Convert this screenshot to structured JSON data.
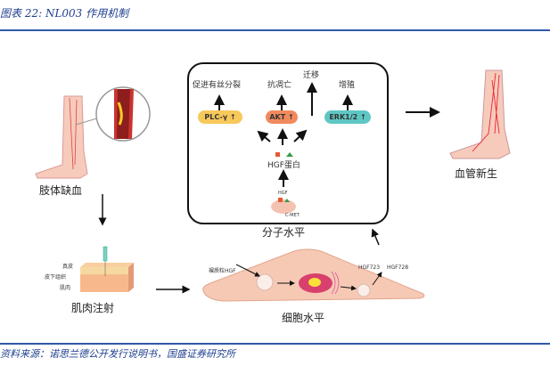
{
  "caption": "图表 22:  NL003 作用机制",
  "source": "资料来源：诺思兰德公开发行说明书，国盛证券研究所",
  "colors": {
    "brand_blue": "#2f5aa8",
    "plc_pill": "#f7c85a",
    "akt_pill": "#f08a5d",
    "erk_pill": "#5ec7c4",
    "skin": "#f6c9b5",
    "vessel_red": "#c0392b"
  },
  "left": {
    "ischemia_label": "肢体缺血",
    "injection_label": "肌肉注射",
    "layers": [
      "真皮",
      "皮下组织",
      "肌肉"
    ]
  },
  "right": {
    "angiogenesis_label": "血管新生"
  },
  "molecular": {
    "title": "分子水平",
    "effects": [
      "促进有丝分裂",
      "抗凋亡",
      "迁移",
      "增殖"
    ],
    "pathways": [
      "PLC-γ ↑",
      "AKT ↑",
      "ERK1/2 ↑"
    ],
    "protein_label": "HGF蛋白",
    "receptor_hgf": "HGF",
    "receptor_label": "C-MET"
  },
  "cellular": {
    "title": "细胞水平",
    "plasmid_label": "裸质粒HGF",
    "isoforms": [
      "HGF723",
      "HGF728"
    ]
  }
}
